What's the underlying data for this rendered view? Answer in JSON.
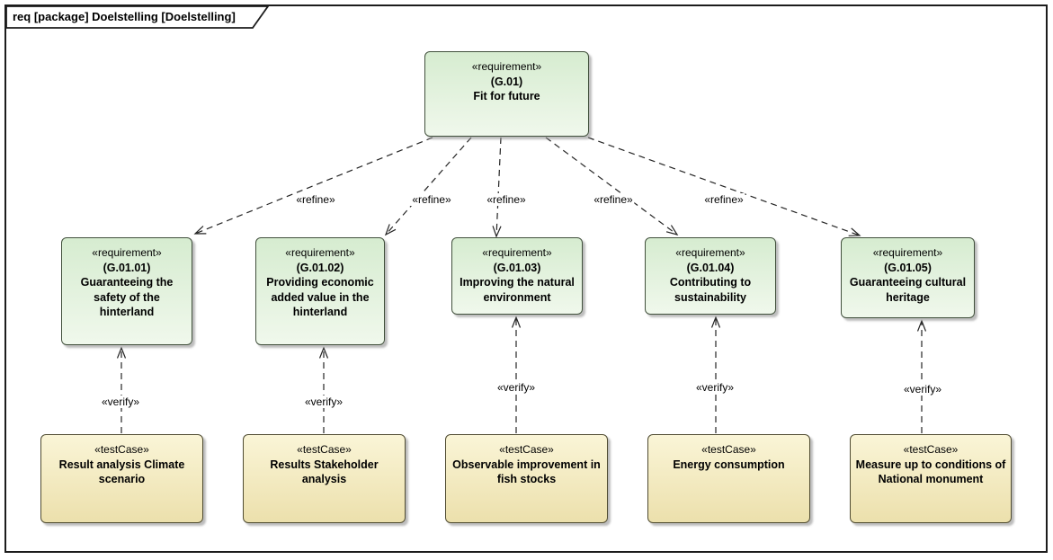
{
  "frame": {
    "title": "req [package] Doelstelling [Doelstelling]"
  },
  "root_requirement": {
    "stereotype": "«requirement»",
    "id": "(G.01)",
    "name": "Fit for future"
  },
  "requirements": [
    {
      "stereotype": "«requirement»",
      "id": "(G.01.01)",
      "name": "Guaranteeing the safety of the hinterland"
    },
    {
      "stereotype": "«requirement»",
      "id": "(G.01.02)",
      "name": "Providing economic added value in the hinterland"
    },
    {
      "stereotype": "«requirement»",
      "id": "(G.01.03)",
      "name": "Improving the natural environment"
    },
    {
      "stereotype": "«requirement»",
      "id": "(G.01.04)",
      "name": "Contributing to sustainability"
    },
    {
      "stereotype": "«requirement»",
      "id": "(G.01.05)",
      "name": "Guaranteeing cultural heritage"
    }
  ],
  "test_cases": [
    {
      "stereotype": "«testCase»",
      "name": "Result analysis Climate scenario"
    },
    {
      "stereotype": "«testCase»",
      "name": "Results Stakeholder analysis"
    },
    {
      "stereotype": "«testCase»",
      "name": "Observable improvement in fish stocks"
    },
    {
      "stereotype": "«testCase»",
      "name": "Energy consumption"
    },
    {
      "stereotype": "«testCase»",
      "name": "Measure up to conditions of National monument"
    }
  ],
  "refine_edges": [
    {
      "label": "«refine»",
      "source": "(G.01)",
      "target": "(G.01.01)"
    },
    {
      "label": "«refine»",
      "source": "(G.01)",
      "target": "(G.01.02)"
    },
    {
      "label": "«refine»",
      "source": "(G.01)",
      "target": "(G.01.03)"
    },
    {
      "label": "«refine»",
      "source": "(G.01)",
      "target": "(G.01.04)"
    },
    {
      "label": "«refine»",
      "source": "(G.01)",
      "target": "(G.01.05)"
    }
  ],
  "verify_edges": [
    {
      "label": "«verify»",
      "source": "Result analysis Climate scenario",
      "target": "(G.01.01)"
    },
    {
      "label": "«verify»",
      "source": "Results Stakeholder analysis",
      "target": "(G.01.02)"
    },
    {
      "label": "«verify»",
      "source": "Observable improvement in fish stocks",
      "target": "(G.01.03)"
    },
    {
      "label": "«verify»",
      "source": "Energy consumption",
      "target": "(G.01.04)"
    },
    {
      "label": "«verify»",
      "source": "Measure up to conditions of National monument",
      "target": "(G.01.05)"
    }
  ],
  "colors": {
    "requirement-fill-top": "#d6ecd0",
    "requirement-fill-bottom": "#f0f8ec",
    "requirement-border": "#41503c",
    "testcase-fill-top": "#faf5d7",
    "testcase-fill-bottom": "#ece0ac",
    "testcase-border": "#4f4b31",
    "line": "#242424",
    "frame-border": "#1c1c1c"
  }
}
